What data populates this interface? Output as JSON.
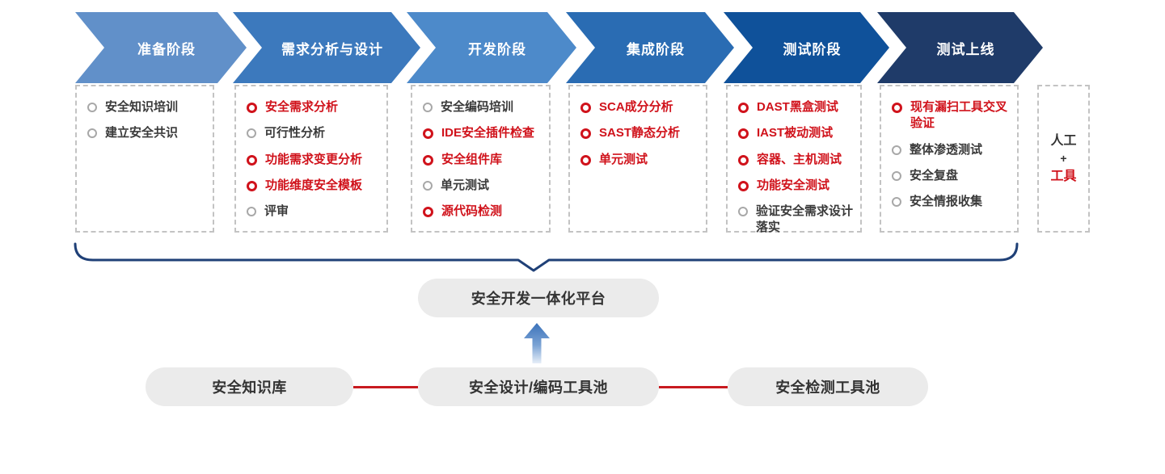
{
  "colors": {
    "red_text": "#d0121b",
    "dark_text": "#3a3a3a",
    "pill_bg": "#ebebeb",
    "brace": "#1f4077",
    "connector_red": "#c81a20",
    "arrow_blue": "#3b72ba"
  },
  "stages": [
    {
      "title": "准备阶段",
      "color": "#6190c9",
      "items": [
        {
          "text": "安全知识培训",
          "type": "gray"
        },
        {
          "text": "建立安全共识",
          "type": "gray"
        }
      ]
    },
    {
      "title": "需求分析与设计",
      "color": "#3c79bd",
      "items": [
        {
          "text": "安全需求分析",
          "type": "red"
        },
        {
          "text": "可行性分析",
          "type": "gray"
        },
        {
          "text": "功能需求变更分析",
          "type": "red"
        },
        {
          "text": "功能维度安全模板",
          "type": "red"
        },
        {
          "text": "评审",
          "type": "gray"
        }
      ]
    },
    {
      "title": "开发阶段",
      "color": "#4d8aca",
      "items": [
        {
          "text": "安全编码培训",
          "type": "gray"
        },
        {
          "text": "IDE安全插件检查",
          "type": "red"
        },
        {
          "text": "安全组件库",
          "type": "red"
        },
        {
          "text": "单元测试",
          "type": "gray"
        },
        {
          "text": "源代码检测",
          "type": "red"
        }
      ]
    },
    {
      "title": "集成阶段",
      "color": "#2a6cb3",
      "items": [
        {
          "text": "SCA成分分析",
          "type": "red"
        },
        {
          "text": "SAST静态分析",
          "type": "red"
        },
        {
          "text": "单元测试",
          "type": "red"
        }
      ]
    },
    {
      "title": "测试阶段",
      "color": "#0f519a",
      "items": [
        {
          "text": "DAST黑盒测试",
          "type": "red"
        },
        {
          "text": "IAST被动测试",
          "type": "red"
        },
        {
          "text": "容器、主机测试",
          "type": "red"
        },
        {
          "text": "功能安全测试",
          "type": "red"
        },
        {
          "text": "验证安全需求设计落实",
          "type": "gray"
        }
      ]
    },
    {
      "title": "测试上线",
      "color": "#1f3b69",
      "items": [
        {
          "text": "现有漏扫工具交叉验证",
          "type": "red"
        },
        {
          "text": "整体渗透测试",
          "type": "gray"
        },
        {
          "text": "安全复盘",
          "type": "gray"
        },
        {
          "text": "安全情报收集",
          "type": "gray"
        }
      ]
    }
  ],
  "manual_tools": {
    "line1": "人工",
    "line2": "+",
    "line3": "工具"
  },
  "platform": {
    "label": "安全开发一体化平台"
  },
  "tool_pools": [
    {
      "label": "安全知识库"
    },
    {
      "label": "安全设计/编码工具池"
    },
    {
      "label": "安全检测工具池"
    }
  ]
}
